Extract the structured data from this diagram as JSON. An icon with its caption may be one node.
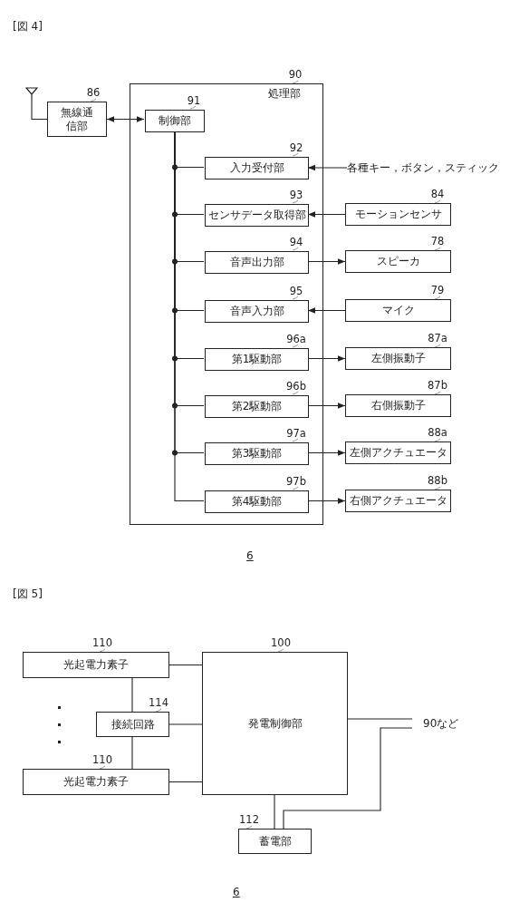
{
  "diagram": {
    "nodes": [
      {
        "text": [],
        "shape": "antenna"
      },
      {
        "text": [
          "無線通信部"
        ],
        "beside": [
          "86"
        ]
      },
      {
        "text": [
          "処理部"
        ],
        "beside": [
          "90"
        ]
      },
      {
        "text": [
          "制御部"
        ],
        "in": 2,
        "beside": [
          "91"
        ]
      },
      {
        "text": [
          "入力受付部"
        ],
        "in": 2,
        "beside": [
          "92"
        ]
      },
      {
        "text": [
          "各種キー，ボタン，スティック"
        ]
      },
      {
        "text": [
          "センサデータ取得部"
        ],
        "in": 2,
        "beside": [
          "93"
        ]
      },
      {
        "text": [
          "モーションセンサ"
        ],
        "beside": [
          "84"
        ]
      },
      {
        "text": [
          "音声出力部"
        ],
        "in": 2,
        "beside": [
          "94"
        ]
      },
      {
        "text": [
          "スピーカ"
        ],
        "beside": [
          "78"
        ]
      },
      {
        "text": [
          "音声入力部"
        ],
        "in": 2,
        "beside": [
          "95"
        ]
      },
      {
        "text": [
          "マイク"
        ],
        "beside": [
          "79"
        ]
      },
      {
        "text": [
          "第1駆動部"
        ],
        "in": 2,
        "beside": [
          "96a"
        ]
      },
      {
        "text": [
          "左側振動子"
        ],
        "beside": [
          "87a"
        ]
      },
      {
        "text": [
          "第2駆動部"
        ],
        "in": 2,
        "beside": [
          "96b"
        ]
      },
      {
        "text": [
          "右側振動子"
        ],
        "beside": [
          "87b"
        ]
      },
      {
        "text": [
          "第3駆動部"
        ],
        "in": 2,
        "beside": [
          "97a"
        ]
      },
      {
        "text": [
          "左側アクチュエータ"
        ],
        "beside": [
          "88a"
        ]
      },
      {
        "text": [
          "第4駆動部"
        ],
        "in": 2,
        "beside": [
          "97b"
        ]
      },
      {
        "text": [
          "右側アクチュエータ"
        ],
        "beside": [
          "88b"
        ]
      },
      {
        "text": [
          "光起電力素子"
        ],
        "beside": [
          "110"
        ]
      },
      {
        "text": [
          "発電制御部"
        ],
        "beside": [
          "100"
        ]
      },
      {
        "text": [
          "接続回路"
        ],
        "beside": [
          "114"
        ]
      },
      {
        "text": [
          "光起電力素子"
        ],
        "beside": [
          "110"
        ]
      },
      {
        "text": [
          "90など"
        ]
      },
      {
        "text": [
          "蓄電部"
        ],
        "beside": [
          "112"
        ]
      }
    ],
    "edges": [
      {
        "from": 0,
        "to": 1,
        "arrow": "none"
      },
      {
        "from": 1,
        "to": 3,
        "arrow": "both"
      },
      {
        "from": 3,
        "to": 4,
        "arrow": "none"
      },
      {
        "from": 5,
        "to": 4,
        "arrow": "to"
      },
      {
        "from": 3,
        "to": 6,
        "arrow": "none"
      },
      {
        "from": 7,
        "to": 6,
        "arrow": "to"
      },
      {
        "from": 3,
        "to": 8,
        "arrow": "none"
      },
      {
        "from": 8,
        "to": 9,
        "arrow": "to"
      },
      {
        "from": 3,
        "to": 10,
        "arrow": "none"
      },
      {
        "from": 11,
        "to": 10,
        "arrow": "to"
      },
      {
        "from": 3,
        "to": 12,
        "arrow": "none"
      },
      {
        "from": 12,
        "to": 13,
        "arrow": "to"
      },
      {
        "from": 3,
        "to": 14,
        "arrow": "none"
      },
      {
        "from": 14,
        "to": 15,
        "arrow": "to"
      },
      {
        "from": 3,
        "to": 16,
        "arrow": "none"
      },
      {
        "from": 16,
        "to": 17,
        "arrow": "to"
      },
      {
        "from": 3,
        "to": 18,
        "arrow": "none"
      },
      {
        "from": 18,
        "to": 19,
        "arrow": "to"
      },
      {
        "from": 20,
        "to": 21,
        "arrow": "none"
      },
      {
        "from": 20,
        "to": 22,
        "arrow": "none"
      },
      {
        "from": 22,
        "to": 21,
        "arrow": "none"
      },
      {
        "from": 22,
        "to": 23,
        "arrow": "none"
      },
      {
        "from": 23,
        "to": 21,
        "arrow": "none"
      },
      {
        "from": 21,
        "to": 24,
        "arrow": "none"
      },
      {
        "from": 21,
        "to": 25,
        "arrow": "none"
      },
      {
        "from": 25,
        "to": 24,
        "arrow": "none"
      }
    ],
    "labels": [
      "[図 4]",
      "6",
      "[図 5]",
      "6"
    ]
  }
}
